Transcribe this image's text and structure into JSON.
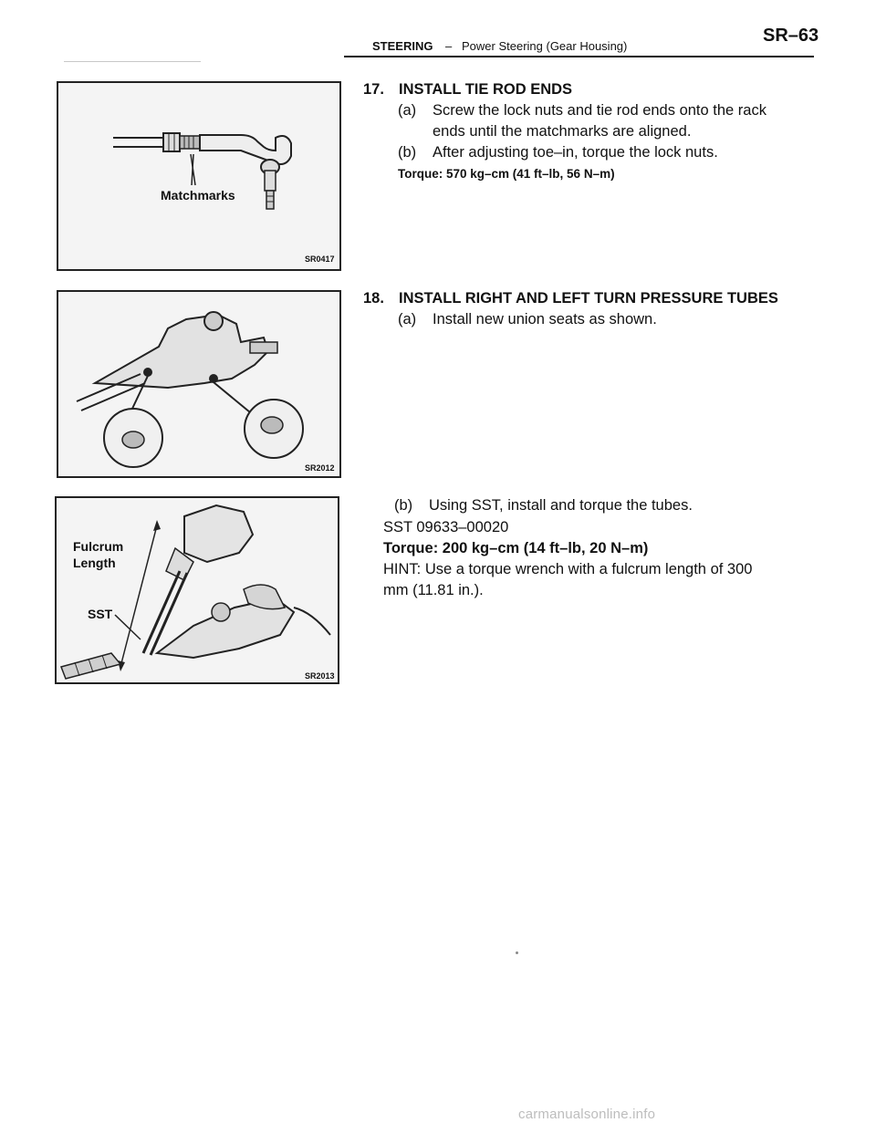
{
  "header": {
    "section": "STEERING",
    "separator": "–",
    "subtitle": "Power Steering (Gear Housing)",
    "page_id": "SR–63"
  },
  "figures": {
    "fig1": {
      "code": "SR0417",
      "label": "Matchmarks"
    },
    "fig2": {
      "code": "SR2012"
    },
    "fig3": {
      "code": "SR2013",
      "label_fulcrum_1": "Fulcrum",
      "label_fulcrum_2": "Length",
      "label_sst": "SST"
    }
  },
  "step17": {
    "number": "17.",
    "title": "INSTALL TIE ROD ENDS",
    "a_marker": "(a)",
    "a_line1": "Screw the lock nuts and tie rod ends onto the rack",
    "a_line2": "ends until the matchmarks are aligned.",
    "b_marker": "(b)",
    "b_text": "After adjusting toe–in, torque the lock nuts.",
    "torque": "Torque: 570 kg–cm (41 ft–lb, 56 N–m)"
  },
  "step18": {
    "number": "18.",
    "title": "INSTALL RIGHT AND LEFT TURN PRESSURE TUBES",
    "a_marker": "(a)",
    "a_text": "Install new union seats as shown.",
    "b_marker": "(b)",
    "b_text": "Using SST, install and torque the tubes.",
    "sst": "SST  09633–00020",
    "torque": "Torque: 200 kg–cm (14 ft–lb, 20 N–m)",
    "hint_line1": "HINT: Use a torque wrench with a fulcrum length of 300",
    "hint_line2": "mm (11.81 in.)."
  },
  "watermark": "carmanualsonline.info"
}
